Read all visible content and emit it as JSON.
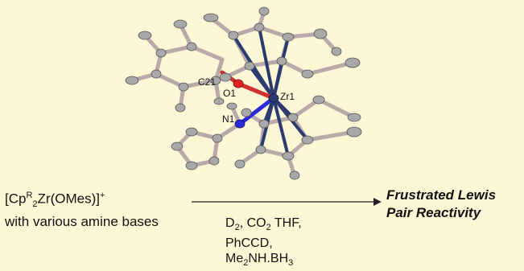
{
  "labels": {
    "c21": "C21",
    "o1": "O1",
    "zr1": "Zr1",
    "n1": "N1"
  },
  "reactant": {
    "part1": "[Cp",
    "sup_r": "R",
    "sub_2": "2",
    "part2": "Zr(OMes)]",
    "sup_plus": "+",
    "line2": "with various amine bases"
  },
  "conditions": {
    "d": "D",
    "sub1": "2",
    "co": ", CO",
    "sub2": "2",
    "thf": " THF,",
    "line2": "PhCCD,",
    "me": "Me",
    "sub3": "2",
    "nh": "NH.BH",
    "sub4": "3"
  },
  "product": {
    "line1": "Frustrated Lewis",
    "line2": "Pair Reactivity"
  },
  "colors": {
    "background": "#fef7d6",
    "zr_bond": "#2a3a6e",
    "oxygen": "#e02020",
    "nitrogen": "#2a2ad8",
    "carbon_bond": "#b8a8a8",
    "ellipsoid": "#9a9a9a"
  }
}
